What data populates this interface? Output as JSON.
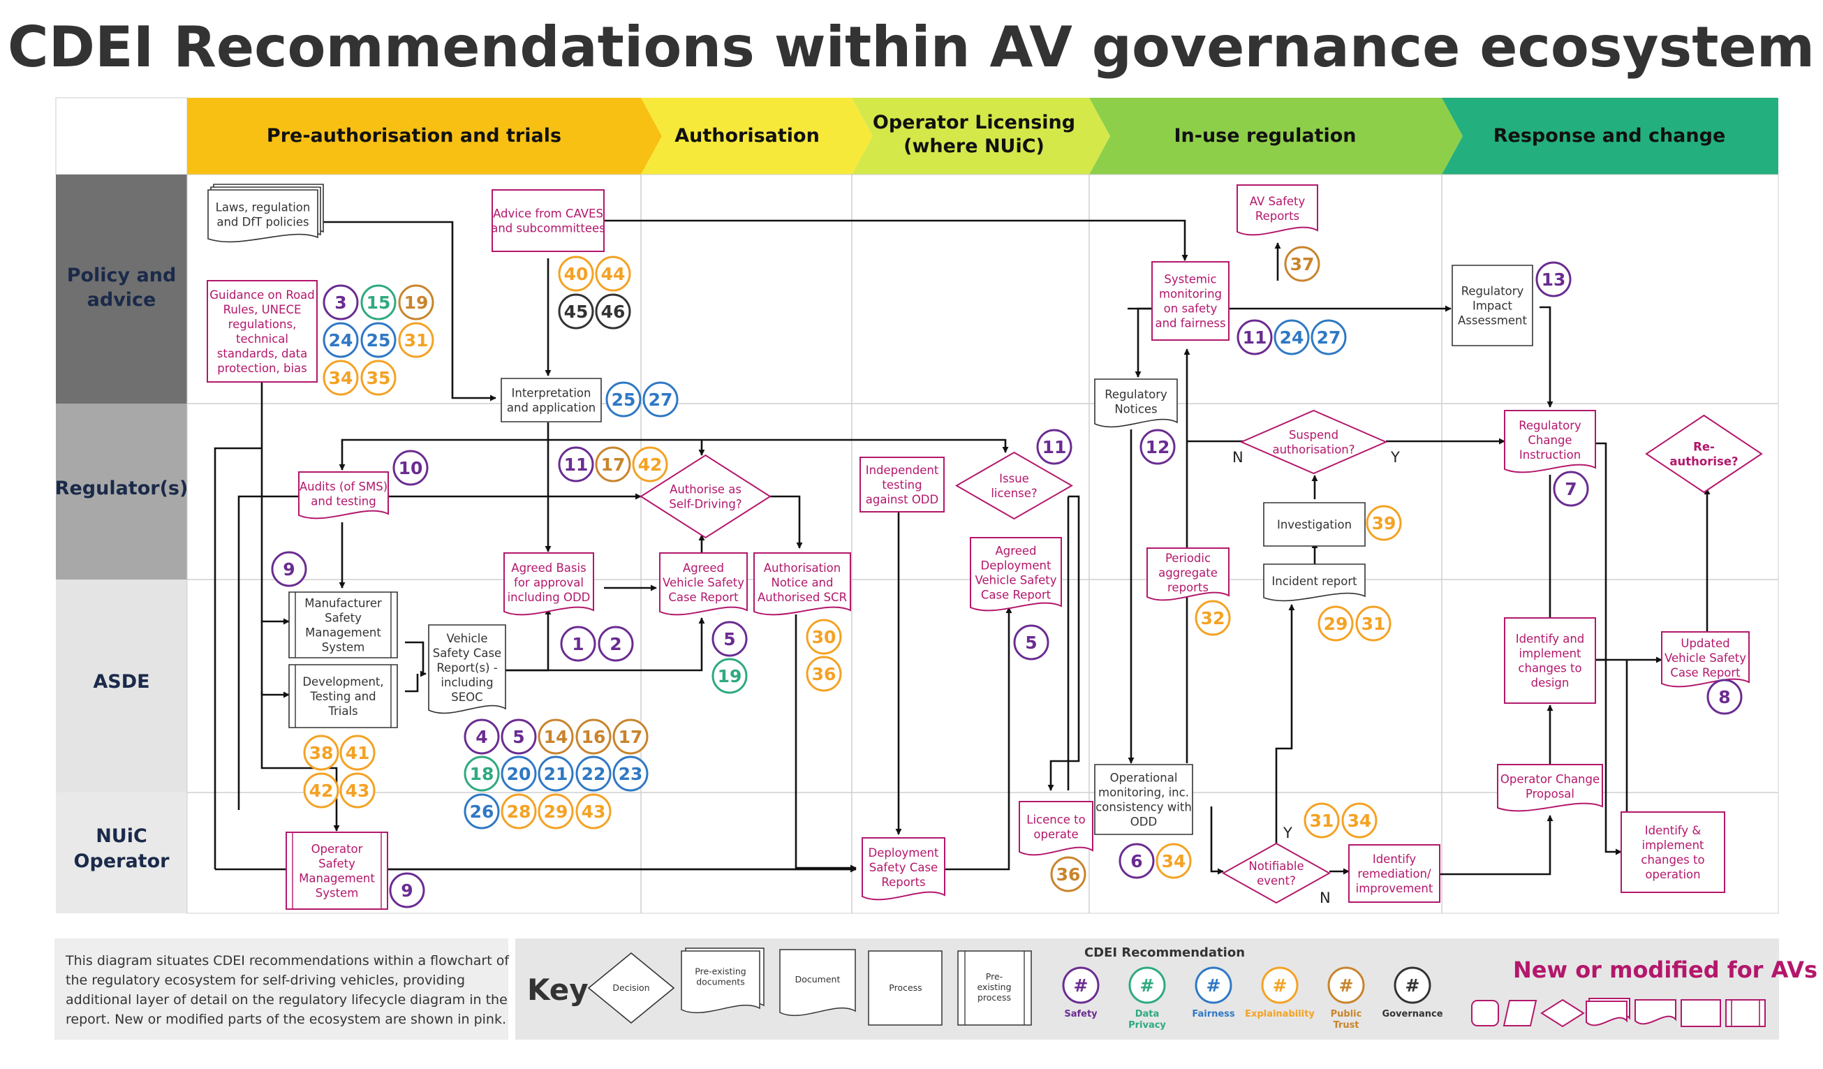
{
  "title": "CDEI Recommendations within AV governance ecosystem",
  "phases": [
    "Pre-authorisation and trials",
    "Authorisation",
    "Operator Licensing",
    "(where NUiC)",
    "In-use regulation",
    "Response and change"
  ],
  "lanes": [
    "Policy and",
    "advice",
    "Regulator(s)",
    "ASDE",
    "NUiC",
    "Operator"
  ],
  "box_text": {
    "laws": [
      "Laws, regulation",
      "and DfT policies"
    ],
    "guidance": [
      "Guidance on Road",
      "Rules, UNECE",
      "regulations,",
      "technical",
      "standards, data",
      "protection, bias"
    ],
    "caves": [
      "Advice from CAVES",
      "and subcommittees"
    ],
    "interp": [
      "Interpretation",
      "and application"
    ],
    "audits": [
      "Audits (of SMS)",
      "and testing"
    ],
    "authorise": [
      "Authorise as",
      "Self-Driving?"
    ],
    "agreed_basis": [
      "Agreed Basis",
      "for approval",
      "including ODD"
    ],
    "agreed_vscr": [
      "Agreed",
      "Vehicle Safety",
      "Case Report"
    ],
    "auth_notice": [
      "Authorisation",
      "Notice and",
      "Authorised SCR"
    ],
    "msms": [
      "Manufacturer",
      "Safety",
      "Management",
      "System"
    ],
    "devtest": [
      "Development,",
      "Testing and",
      "Trials"
    ],
    "vscr": [
      "Vehicle",
      "Safety Case",
      "Report(s) -",
      "including",
      "SEOC"
    ],
    "osms": [
      "Operator",
      "Safety",
      "Management",
      "System"
    ],
    "indep": [
      "Independent",
      "testing",
      "against ODD"
    ],
    "issue": [
      "Issue",
      "license?"
    ],
    "advscr": [
      "Agreed",
      "Deployment",
      "Vehicle Safety",
      "Case Report"
    ],
    "dscr": [
      "Deployment",
      "Safety Case",
      "Reports"
    ],
    "licence": [
      "Licence to",
      "operate"
    ],
    "avsafety": [
      "AV Safety",
      "Reports"
    ],
    "systemic": [
      "Systemic",
      "monitoring",
      "on safety",
      "and fairness"
    ],
    "regnotices": [
      "Regulatory",
      "Notices"
    ],
    "suspend": [
      "Suspend",
      "authorisation?"
    ],
    "periodic": [
      "Periodic",
      "aggregate",
      "reports"
    ],
    "investigation": [
      "Investigation"
    ],
    "incident": [
      "Incident report"
    ],
    "opmon": [
      "Operational",
      "monitoring, inc.",
      "consistency with",
      "ODD"
    ],
    "notifiable": [
      "Notifiable",
      "event?"
    ],
    "remediation": [
      "Identify",
      "remediation/",
      "improvement"
    ],
    "ria": [
      "Regulatory",
      "Impact",
      "Assessment"
    ],
    "rci": [
      "Regulatory",
      "Change",
      "Instruction"
    ],
    "reauth": [
      "Re-",
      "authorise?"
    ],
    "impl_design": [
      "Identify and",
      "implement",
      "changes to",
      "design"
    ],
    "ocp": [
      "Operator Change",
      "Proposal"
    ],
    "uvscr": [
      "Updated",
      "Vehicle Safety",
      "Case Report"
    ],
    "impl_op": [
      "Identify &",
      "implement",
      "changes to",
      "operation"
    ]
  },
  "yn_labels": {
    "suspend_no": "N",
    "suspend_yes": "Y",
    "notifiable_yes": "Y",
    "notifiable_no": "N"
  },
  "badge_numbers": {
    "guidance": [
      "3",
      "15",
      "19",
      "24",
      "25",
      "31",
      "34",
      "35"
    ],
    "caves": [
      "40",
      "44",
      "45",
      "46"
    ],
    "interp": [
      "25",
      "27"
    ],
    "audits": [
      "10"
    ],
    "authorise": [
      "11",
      "17",
      "42"
    ],
    "msms": [
      "9"
    ],
    "agreed_basis": [
      "1",
      "2"
    ],
    "agreed_vscr": [
      "5",
      "19"
    ],
    "auth_notice": [
      "30",
      "36"
    ],
    "devtest": [
      "38",
      "41",
      "42",
      "43"
    ],
    "vscr": [
      "4",
      "5",
      "14",
      "16",
      "17",
      "18",
      "20",
      "21",
      "22",
      "23",
      "26",
      "28",
      "29",
      "43"
    ],
    "osms": [
      "9"
    ],
    "issue": [
      "11"
    ],
    "advscr": [
      "5"
    ],
    "licence": [
      "36"
    ],
    "avsafety": [
      "37"
    ],
    "systemic": [
      "11",
      "24",
      "27"
    ],
    "regnotices": [
      "12"
    ],
    "investigation": [
      "39"
    ],
    "periodic": [
      "32"
    ],
    "incident": [
      "29",
      "31"
    ],
    "notifiable": [
      "31",
      "34"
    ],
    "opmon": [
      "6",
      "34"
    ],
    "ria": [
      "13"
    ],
    "rci": [
      "7"
    ],
    "uvscr": [
      "8"
    ]
  },
  "colors": {
    "safety": "#6a2c91",
    "privacy": "#2eaa7e",
    "fairness": "#2f78c4",
    "explainability": "#f4a224",
    "trust": "#c8842c",
    "governance": "#333333",
    "new_modified": "#b3176b"
  },
  "caption": [
    "This diagram situates CDEI recommendations within a flowchart of",
    "the regulatory ecosystem for self-driving vehicles, providing",
    "additional layer of detail on the regulatory lifecycle diagram in the",
    "report. New or modified parts of the ecosystem are shown in pink."
  ],
  "key": {
    "label": "Key",
    "decision": "Decision",
    "preexisting_docs": [
      "Pre-existing",
      "documents"
    ],
    "document": "Document",
    "process": "Process",
    "preexisting_process": [
      "Pre-",
      "existing",
      "process"
    ],
    "rec_title": "CDEI Recommendation",
    "rec_symbol": "#",
    "rec_labels": [
      [
        "Safety"
      ],
      [
        "Data",
        "Privacy"
      ],
      [
        "Fairness"
      ],
      [
        "Explainability"
      ],
      [
        "Public",
        "Trust"
      ],
      [
        "Governance"
      ]
    ],
    "new_label": "New or modified for AVs"
  }
}
